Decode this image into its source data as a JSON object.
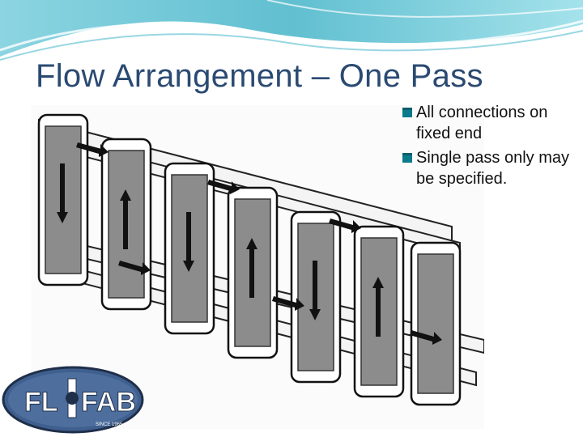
{
  "slide": {
    "title": "Flow Arrangement – One Pass",
    "bullets": [
      {
        "text": "All connections on fixed end"
      },
      {
        "text": "Single pass only may be specified."
      }
    ]
  },
  "logo": {
    "left": "FL",
    "right": "FAB",
    "since": "SINCE 1965"
  },
  "diagram": {
    "description_icon": "plate-heat-exchanger-diagram",
    "plate_count": 7
  },
  "colors": {
    "title": "#2a4a72",
    "accent_teal": "#3fb3c9",
    "bullet_mark": "#0b7a8a",
    "logo_blue": "#3f5f8f"
  }
}
